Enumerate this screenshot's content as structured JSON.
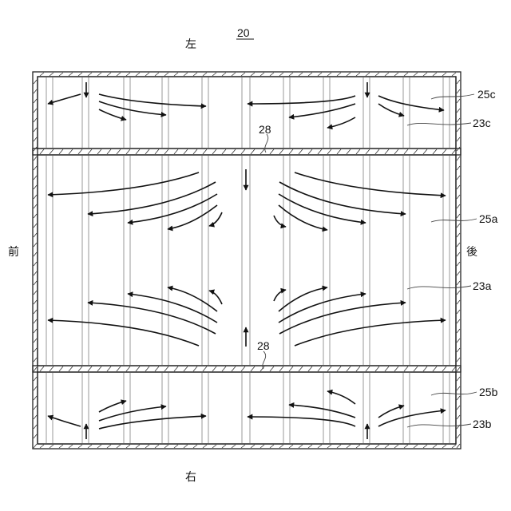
{
  "figure_number": "20",
  "directions": {
    "left": "左",
    "right": "右",
    "front": "前",
    "rear": "後"
  },
  "reference_labels": {
    "upper_outer": "25c",
    "upper_inner": "23c",
    "center_outer": "25a",
    "center_inner": "23a",
    "lower_outer": "25b",
    "lower_inner": "23b",
    "partition_upper": "28",
    "partition_lower": "28"
  },
  "regions": [
    {
      "id": "upper",
      "label": "25c"
    },
    {
      "id": "center",
      "label": "25a"
    },
    {
      "id": "lower",
      "label": "25b"
    }
  ]
}
